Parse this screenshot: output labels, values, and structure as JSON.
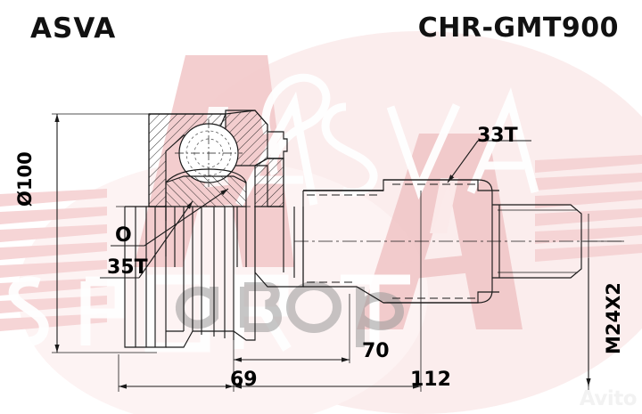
{
  "header": {
    "brand": "ASVA",
    "part_number": "CHR-GMT900"
  },
  "drawing": {
    "title": "CV joint cross-section technical drawing",
    "labels": {
      "outer_diameter": "Ø100",
      "inner_splines": "35T",
      "inner_splines_marker": "O",
      "outer_splines": "33T",
      "thread": "M24X2",
      "dim_69": "69",
      "dim_70": "70",
      "dim_112": "112"
    }
  },
  "watermarks": {
    "brand_mark": "ASVA",
    "sport_text": "SPORT",
    "gray_text": "авто",
    "marketplace": "Avito"
  },
  "colors": {
    "background": "#ffffff",
    "watermark_pink": "#f4cfd0",
    "watermark_pink_soft": "#f9e3e3",
    "line": "#1a1a1a",
    "text": "#111111"
  }
}
